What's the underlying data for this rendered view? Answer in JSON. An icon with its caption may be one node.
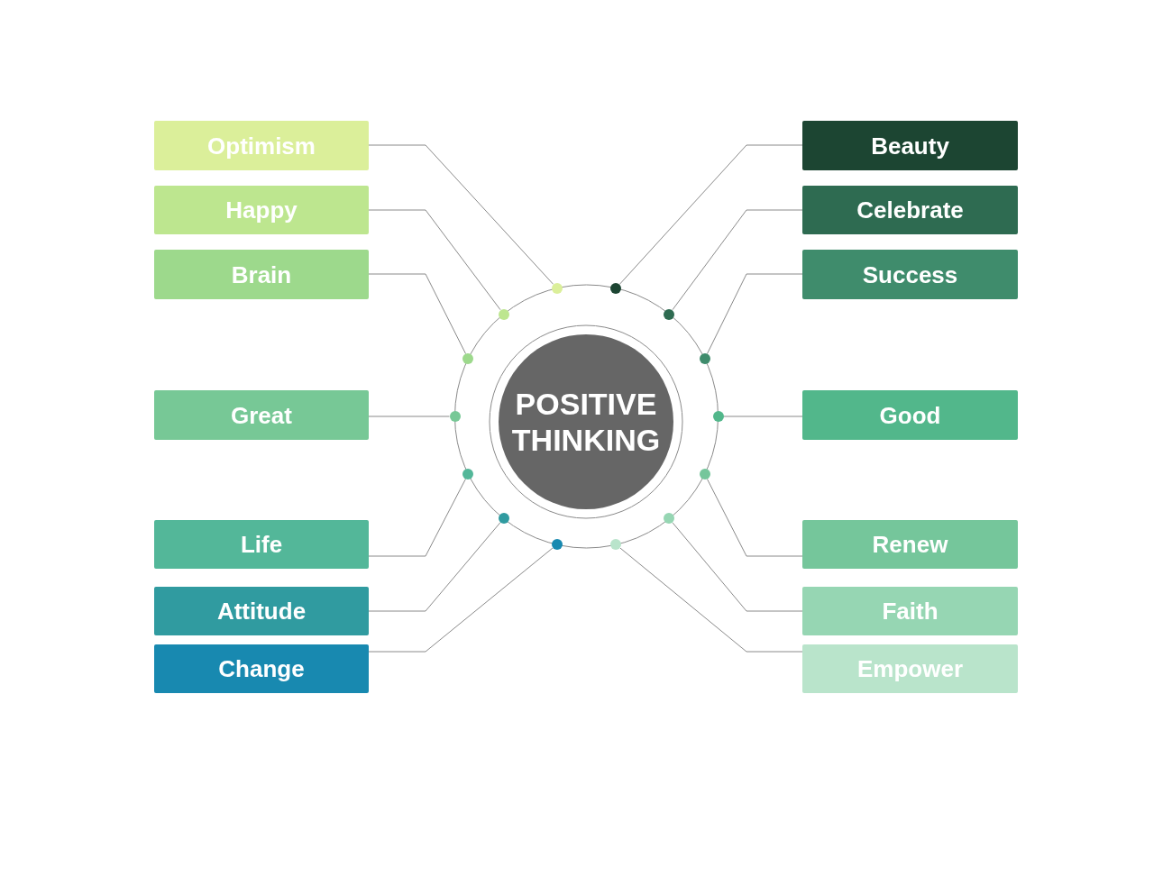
{
  "diagram": {
    "nodes": [
      {
        "text": [
          "Optimism"
        ]
      },
      {
        "text": [
          "Happy"
        ]
      },
      {
        "text": [
          "Brain"
        ]
      },
      {
        "text": [
          "Great"
        ]
      },
      {
        "text": [
          "Life"
        ]
      },
      {
        "text": [
          "Attitude"
        ]
      },
      {
        "text": [
          "Change"
        ]
      },
      {
        "text": [
          "POSITIVE THINKING"
        ]
      },
      {
        "text": [
          "Beauty"
        ]
      },
      {
        "text": [
          "Celebrate"
        ]
      },
      {
        "text": [
          "Success"
        ]
      },
      {
        "text": [
          "Good"
        ]
      },
      {
        "text": [
          "Renew"
        ]
      },
      {
        "text": [
          "Faith"
        ]
      },
      {
        "text": [
          "Empower"
        ]
      },
      {
        "text": [],
        "shape": "circle"
      },
      {
        "text": [],
        "shape": "circle"
      },
      {
        "text": [],
        "shape": "circle"
      },
      {
        "text": [],
        "shape": "circle"
      },
      {
        "text": [],
        "shape": "circle"
      },
      {
        "text": [],
        "shape": "circle"
      },
      {
        "text": [],
        "shape": "circle"
      },
      {
        "text": [],
        "shape": "circle"
      },
      {
        "text": [],
        "shape": "circle"
      },
      {
        "text": [],
        "shape": "circle"
      },
      {
        "text": [],
        "shape": "circle"
      },
      {
        "text": [],
        "shape": "circle"
      },
      {
        "text": [],
        "shape": "circle"
      },
      {
        "text": [],
        "shape": "circle"
      }
    ],
    "edges": [
      {
        "from": 0,
        "to": 15,
        "arrow": "none"
      },
      {
        "from": 1,
        "to": 16,
        "arrow": "none"
      },
      {
        "from": 2,
        "to": 17,
        "arrow": "none"
      },
      {
        "from": 3,
        "to": 18,
        "arrow": "none"
      },
      {
        "from": 4,
        "to": 19,
        "arrow": "none"
      },
      {
        "from": 5,
        "to": 20,
        "arrow": "none"
      },
      {
        "from": 6,
        "to": 21,
        "arrow": "none"
      },
      {
        "from": 8,
        "to": 22,
        "arrow": "none"
      },
      {
        "from": 9,
        "to": 23,
        "arrow": "none"
      },
      {
        "from": 10,
        "to": 24,
        "arrow": "none"
      },
      {
        "from": 11,
        "to": 25,
        "arrow": "none"
      },
      {
        "from": 12,
        "to": 26,
        "arrow": "none"
      },
      {
        "from": 13,
        "to": 27,
        "arrow": "none"
      },
      {
        "from": 14,
        "to": 28,
        "arrow": "none"
      }
    ]
  }
}
